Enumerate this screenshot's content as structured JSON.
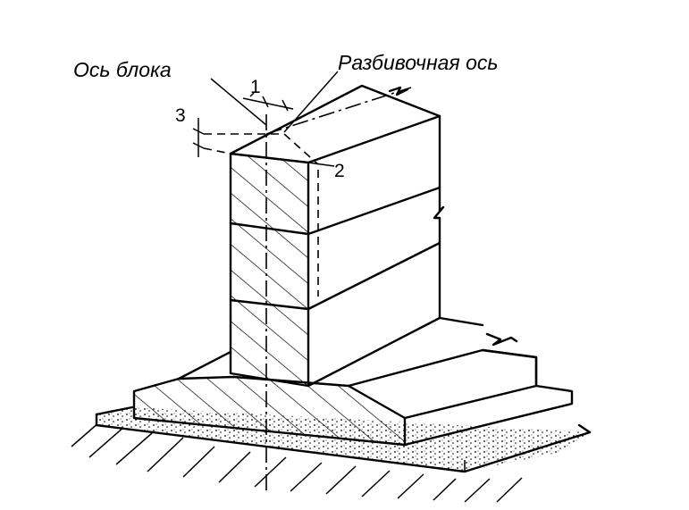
{
  "labels": {
    "block_axis": "Ось блока",
    "layout_axis": "Разбивочная ось",
    "mark_1": "1",
    "mark_2": "2",
    "mark_3": "3"
  },
  "colors": {
    "ink": "#000000",
    "background": "#ffffff",
    "sand": "#d8d0c0"
  }
}
